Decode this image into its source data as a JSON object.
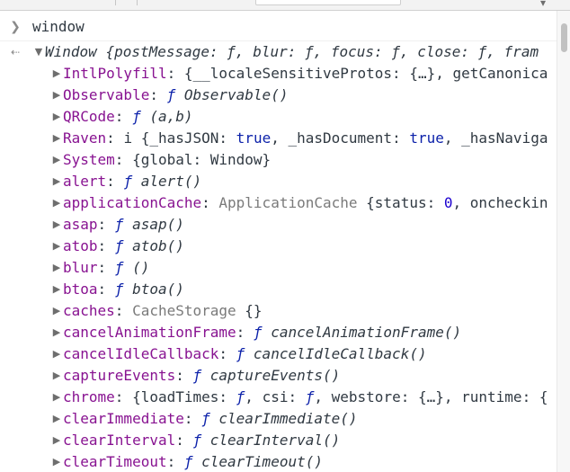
{
  "input": {
    "command": "window"
  },
  "result": {
    "header_type": "Window",
    "header_preview": "{postMessage: ƒ, blur: ƒ, focus: ƒ, close: ƒ, fram"
  },
  "properties": [
    {
      "name": "IntlPolyfill",
      "parts": [
        {
          "t": "{__localeSensitiveProtos: {…}, getCanonica",
          "c": "plain"
        }
      ]
    },
    {
      "name": "Observable",
      "parts": [
        {
          "t": "ƒ ",
          "c": "func-kw"
        },
        {
          "t": "Observable()",
          "c": "italic"
        }
      ]
    },
    {
      "name": "QRCode",
      "parts": [
        {
          "t": "ƒ ",
          "c": "func-kw"
        },
        {
          "t": "(a,b)",
          "c": "italic"
        }
      ]
    },
    {
      "name": "Raven",
      "parts": [
        {
          "t": "i ",
          "c": "plain"
        },
        {
          "t": "{_hasJSON: ",
          "c": "plain"
        },
        {
          "t": "true",
          "c": "kw"
        },
        {
          "t": ", _hasDocument: ",
          "c": "plain"
        },
        {
          "t": "true",
          "c": "kw"
        },
        {
          "t": ", _hasNaviga",
          "c": "plain"
        }
      ]
    },
    {
      "name": "System",
      "parts": [
        {
          "t": "{global: Window}",
          "c": "plain"
        }
      ]
    },
    {
      "name": "alert",
      "parts": [
        {
          "t": "ƒ ",
          "c": "func-kw"
        },
        {
          "t": "alert()",
          "c": "italic"
        }
      ]
    },
    {
      "name": "applicationCache",
      "parts": [
        {
          "t": "ApplicationCache ",
          "c": "gray"
        },
        {
          "t": "{status: ",
          "c": "plain"
        },
        {
          "t": "0",
          "c": "num"
        },
        {
          "t": ", oncheckin",
          "c": "plain"
        }
      ]
    },
    {
      "name": "asap",
      "parts": [
        {
          "t": "ƒ ",
          "c": "func-kw"
        },
        {
          "t": "asap()",
          "c": "italic"
        }
      ]
    },
    {
      "name": "atob",
      "parts": [
        {
          "t": "ƒ ",
          "c": "func-kw"
        },
        {
          "t": "atob()",
          "c": "italic"
        }
      ]
    },
    {
      "name": "blur",
      "parts": [
        {
          "t": "ƒ ",
          "c": "func-kw"
        },
        {
          "t": "()",
          "c": "italic"
        }
      ]
    },
    {
      "name": "btoa",
      "parts": [
        {
          "t": "ƒ ",
          "c": "func-kw"
        },
        {
          "t": "btoa()",
          "c": "italic"
        }
      ]
    },
    {
      "name": "caches",
      "parts": [
        {
          "t": "CacheStorage ",
          "c": "gray"
        },
        {
          "t": "{}",
          "c": "plain"
        }
      ]
    },
    {
      "name": "cancelAnimationFrame",
      "parts": [
        {
          "t": "ƒ ",
          "c": "func-kw"
        },
        {
          "t": "cancelAnimationFrame()",
          "c": "italic"
        }
      ]
    },
    {
      "name": "cancelIdleCallback",
      "parts": [
        {
          "t": "ƒ ",
          "c": "func-kw"
        },
        {
          "t": "cancelIdleCallback()",
          "c": "italic"
        }
      ]
    },
    {
      "name": "captureEvents",
      "parts": [
        {
          "t": "ƒ ",
          "c": "func-kw"
        },
        {
          "t": "captureEvents()",
          "c": "italic"
        }
      ]
    },
    {
      "name": "chrome",
      "parts": [
        {
          "t": "{loadTimes: ",
          "c": "plain"
        },
        {
          "t": "ƒ",
          "c": "func-kw"
        },
        {
          "t": ", csi: ",
          "c": "plain"
        },
        {
          "t": "ƒ",
          "c": "func-kw"
        },
        {
          "t": ", webstore: {…}, runtime: {",
          "c": "plain"
        }
      ]
    },
    {
      "name": "clearImmediate",
      "parts": [
        {
          "t": "ƒ ",
          "c": "func-kw"
        },
        {
          "t": "clearImmediate()",
          "c": "italic"
        }
      ]
    },
    {
      "name": "clearInterval",
      "parts": [
        {
          "t": "ƒ ",
          "c": "func-kw"
        },
        {
          "t": "clearInterval()",
          "c": "italic"
        }
      ]
    },
    {
      "name": "clearTimeout",
      "parts": [
        {
          "t": "ƒ ",
          "c": "func-kw"
        },
        {
          "t": "clearTimeout()",
          "c": "italic"
        }
      ]
    }
  ],
  "icons": {
    "input_prompt": "chevron-right-icon",
    "result_prompt": "return-arrow-icon",
    "expanded": "triangle-down-icon",
    "collapsed": "triangle-right-icon"
  }
}
